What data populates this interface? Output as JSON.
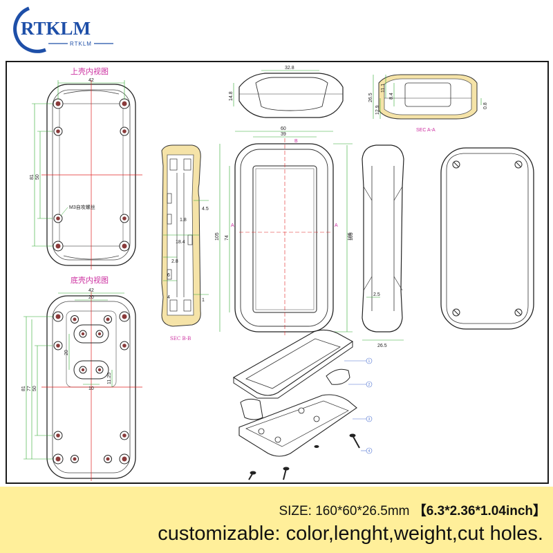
{
  "brand": {
    "logo_text": "RTKLM",
    "logo_subtext": "RTKLM",
    "colors": {
      "logo_blue": "#1e4fa8",
      "banner_bg": "#ffef9a",
      "dim_green": "#2ea82e",
      "label_magenta": "#cc2fa0",
      "axis_red": "#e02020"
    }
  },
  "drawing": {
    "labels": {
      "top_shell_view": "上壳内视图",
      "bottom_shell_view": "底壳内视图",
      "screw_note": "M3自攻螺丝",
      "sec_b": "SEC B-B",
      "sec_a": "SEC A-A",
      "marker_a": "A",
      "marker_b": "B"
    },
    "dims": {
      "top_view": [
        "42",
        "81",
        "50"
      ],
      "bottom_view": [
        "42",
        "20",
        "81",
        "77",
        "50",
        "20",
        "10",
        "11.25"
      ],
      "sec_b": [
        "4.5",
        "1.8",
        "18.4",
        "2.8",
        "6",
        "4",
        "1"
      ],
      "top_end": [
        "32.8",
        "14.8"
      ],
      "sec_a": [
        "26.5",
        "12.9",
        "11.1",
        "8.4",
        "0.8"
      ],
      "front": [
        "60",
        "39",
        "105",
        "74",
        "105"
      ],
      "side": [
        "105",
        "2.5",
        "26.5"
      ]
    },
    "callouts": [
      "1",
      "2",
      "3",
      "4"
    ]
  },
  "banner": {
    "size_prefix": "SIZE: 160*60*26.5mm",
    "size_inch": "【6.3*2.36*1.04inch】",
    "features": "customizable: color,lenght,weight,cut holes."
  }
}
